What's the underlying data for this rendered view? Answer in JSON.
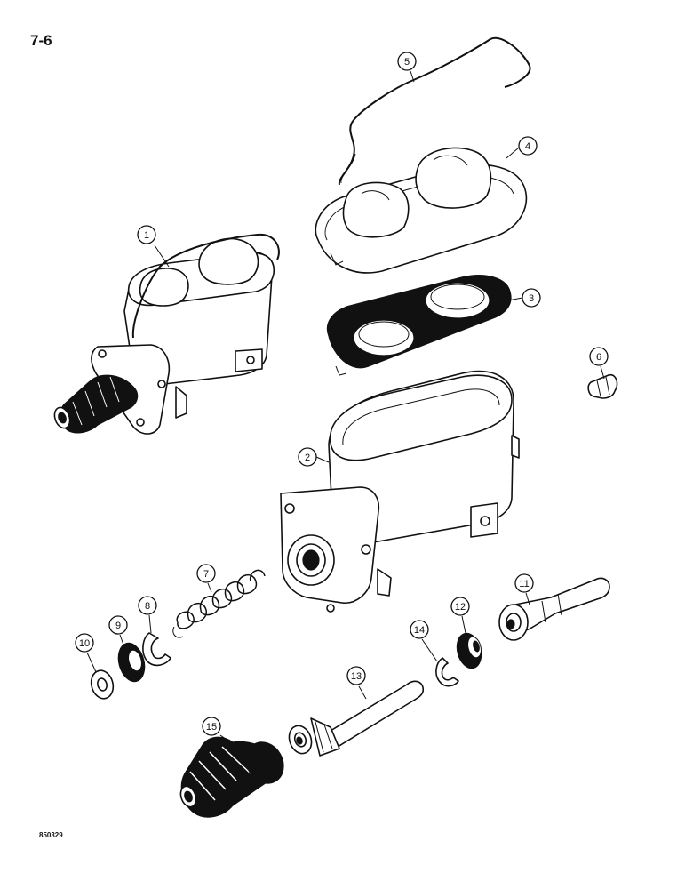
{
  "page_number": "7-6",
  "illustration_code": "850329",
  "callouts": [
    {
      "id": "1"
    },
    {
      "id": "2"
    },
    {
      "id": "3"
    },
    {
      "id": "4"
    },
    {
      "id": "5"
    },
    {
      "id": "6"
    },
    {
      "id": "7"
    },
    {
      "id": "8"
    },
    {
      "id": "9"
    },
    {
      "id": "10"
    },
    {
      "id": "11"
    },
    {
      "id": "12"
    },
    {
      "id": "13"
    },
    {
      "id": "14"
    },
    {
      "id": "15"
    }
  ]
}
